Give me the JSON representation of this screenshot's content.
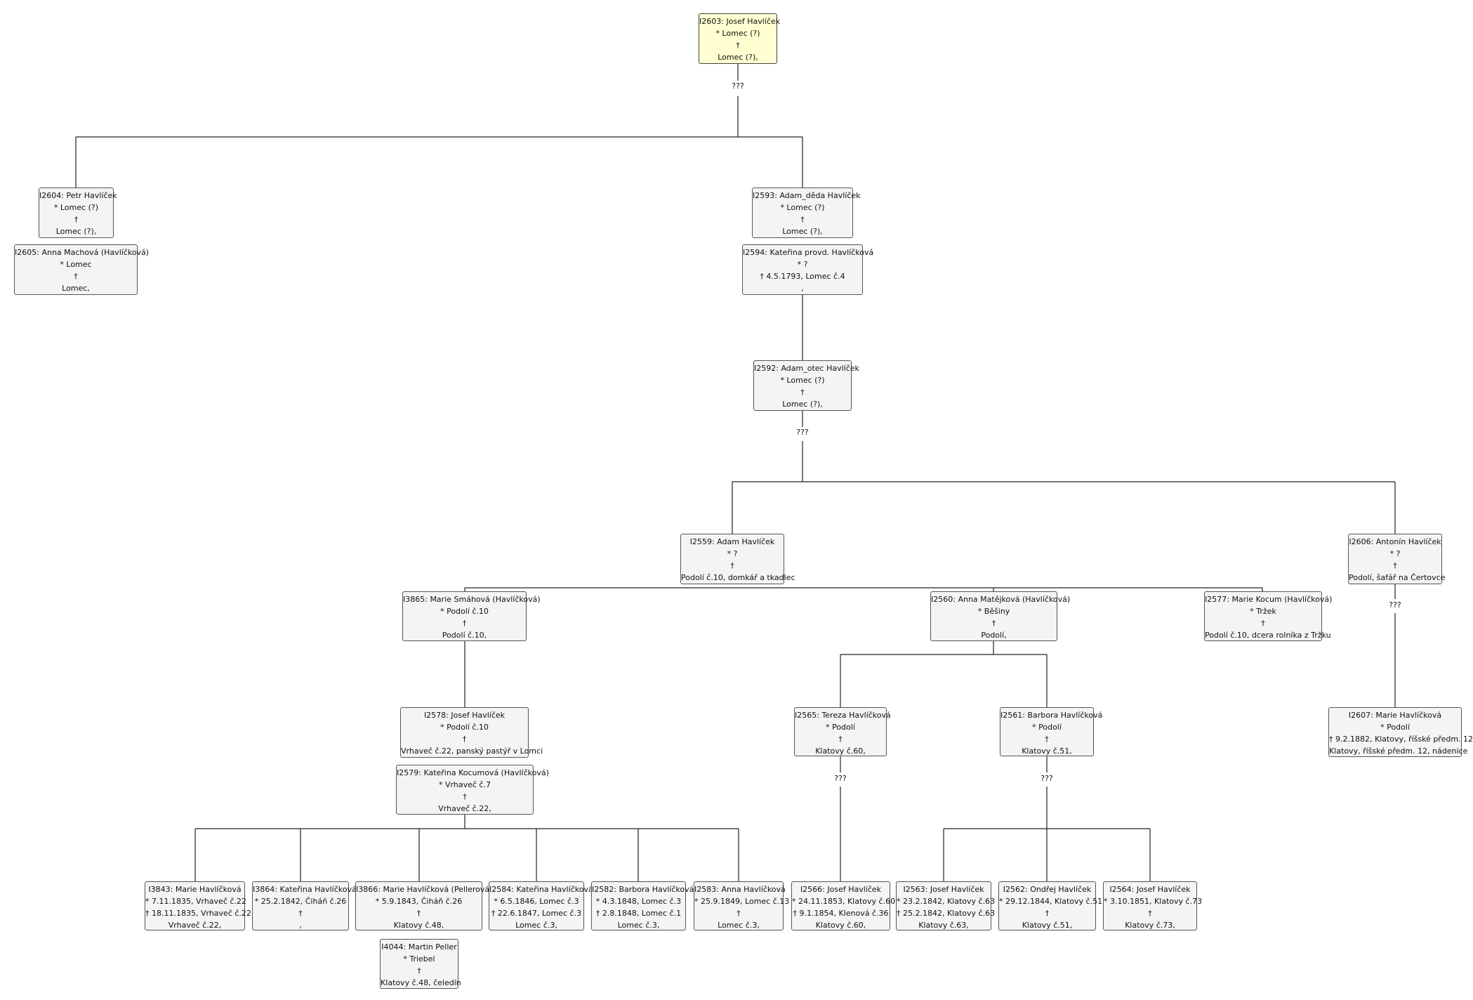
{
  "people": [
    {
      "id": "I2603",
      "lines": [
        "I2603: Josef Havlíček",
        "* Lomec (?)",
        "†",
        "Lomec (?),"
      ]
    },
    {
      "id": "I2604",
      "lines": [
        "I2604: Petr Havlíček",
        "* Lomec (?)",
        "†",
        "Lomec (?),"
      ]
    },
    {
      "id": "I2605",
      "lines": [
        "I2605: Anna Machová (Havlíčková)",
        "* Lomec",
        "†",
        "Lomec,"
      ]
    },
    {
      "id": "I2593",
      "lines": [
        "I2593: Adam_děda Havlíček",
        "* Lomec (?)",
        "†",
        "Lomec (?),"
      ]
    },
    {
      "id": "I2594",
      "lines": [
        "I2594: Kateřina provd. Havlíčková",
        "* ?",
        "† 4.5.1793, Lomec č.4",
        ","
      ]
    },
    {
      "id": "I2592",
      "lines": [
        "I2592: Adam_otec Havlíček",
        "* Lomec (?)",
        "†",
        "Lomec (?),"
      ]
    },
    {
      "id": "I2559",
      "lines": [
        "I2559: Adam Havlíček",
        "* ?",
        "†",
        "Podolí č.10, domkář a tkadlec"
      ]
    },
    {
      "id": "I2606",
      "lines": [
        "I2606: Antonín Havlíček",
        "* ?",
        "†",
        "Podolí, šafář na Čertovce"
      ]
    },
    {
      "id": "I3865",
      "lines": [
        "I3865: Marie Smáhová (Havlíčková)",
        "* Podolí č.10",
        "†",
        "Podolí č.10,"
      ]
    },
    {
      "id": "I2560",
      "lines": [
        "I2560: Anna Matějková (Havlíčková)",
        "* Běšiny",
        "†",
        "Podolí,"
      ]
    },
    {
      "id": "I2577",
      "lines": [
        "I2577: Marie Kocum (Havlíčková)",
        "* Tržek",
        "†",
        "Podolí č.10, dcera rolníka z Tržku"
      ]
    },
    {
      "id": "I2578",
      "lines": [
        "I2578: Josef Havlíček",
        "* Podolí č.10",
        "†",
        "Vrhaveč č.22, panský pastýř v Lomci"
      ]
    },
    {
      "id": "I2579",
      "lines": [
        "I2579: Kateřina Kocumová (Havlíčková)",
        "* Vrhaveč č.7",
        "†",
        "Vrhaveč č.22,"
      ]
    },
    {
      "id": "I2565",
      "lines": [
        "I2565: Tereza Havlíčková",
        "* Podolí",
        "†",
        "Klatovy č.60,"
      ]
    },
    {
      "id": "I2561",
      "lines": [
        "I2561: Barbora Havlíčková",
        "* Podolí",
        "†",
        "Klatovy č.51,"
      ]
    },
    {
      "id": "I2607",
      "lines": [
        "I2607: Marie Havlíčková",
        "* Podolí",
        "† 9.2.1882, Klatovy, říšské předm. 12",
        "Klatovy, říšské předm. 12, nádenice"
      ]
    },
    {
      "id": "I3843",
      "lines": [
        "I3843: Marie Havlíčková",
        "* 7.11.1835, Vrhaveč č.22",
        "† 18.11.1835, Vrhaveč č.22",
        "Vrhaveč č.22,"
      ]
    },
    {
      "id": "I3864",
      "lines": [
        "I3864: Kateřina Havlíčková",
        "* 25.2.1842, Čiháň č.26",
        "†",
        ","
      ]
    },
    {
      "id": "I3866",
      "lines": [
        "I3866: Marie Havlíčková (Pellerová)",
        "* 5.9.1843, Čiháň č.26",
        "†",
        "Klatovy č.48,"
      ]
    },
    {
      "id": "I2584",
      "lines": [
        "I2584: Kateřina Havlíčková",
        "* 6.5.1846, Lomec č.3",
        "† 22.6.1847, Lomec č.3",
        "Lomec č.3,"
      ]
    },
    {
      "id": "I2582",
      "lines": [
        "I2582: Barbora Havlíčková",
        "* 4.3.1848, Lomec č.3",
        "† 2.8.1848, Lomec č.1",
        "Lomec č.3,"
      ]
    },
    {
      "id": "I2583",
      "lines": [
        "I2583: Anna Havlíčková",
        "* 25.9.1849, Lomec č.13",
        "†",
        "Lomec č.3,"
      ]
    },
    {
      "id": "I4044",
      "lines": [
        "I4044: Martin Peller",
        "* Triebel",
        "†",
        "Klatovy č.48, čeledín"
      ]
    },
    {
      "id": "I2566",
      "lines": [
        "I2566: Josef Havlíček",
        "* 24.11.1853, Klatovy č.60",
        "† 9.1.1854, Klenová č.36",
        "Klatovy č.60,"
      ]
    },
    {
      "id": "I2563",
      "lines": [
        "I2563: Josef Havlíček",
        "* 23.2.1842, Klatovy č.63",
        "† 25.2.1842, Klatovy č.63",
        "Klatovy č.63,"
      ]
    },
    {
      "id": "I2562",
      "lines": [
        "I2562: Ondřej Havlíček",
        "* 29.12.1844, Klatovy č.51",
        "†",
        "Klatovy č.51,"
      ]
    },
    {
      "id": "I2564",
      "lines": [
        "I2564: Josef Havlíček",
        "* 3.10.1851, Klatovy č.73",
        "†",
        "Klatovy č.73,"
      ]
    }
  ],
  "unknown_labels": [
    "???",
    "???",
    "???",
    "???",
    "???"
  ]
}
